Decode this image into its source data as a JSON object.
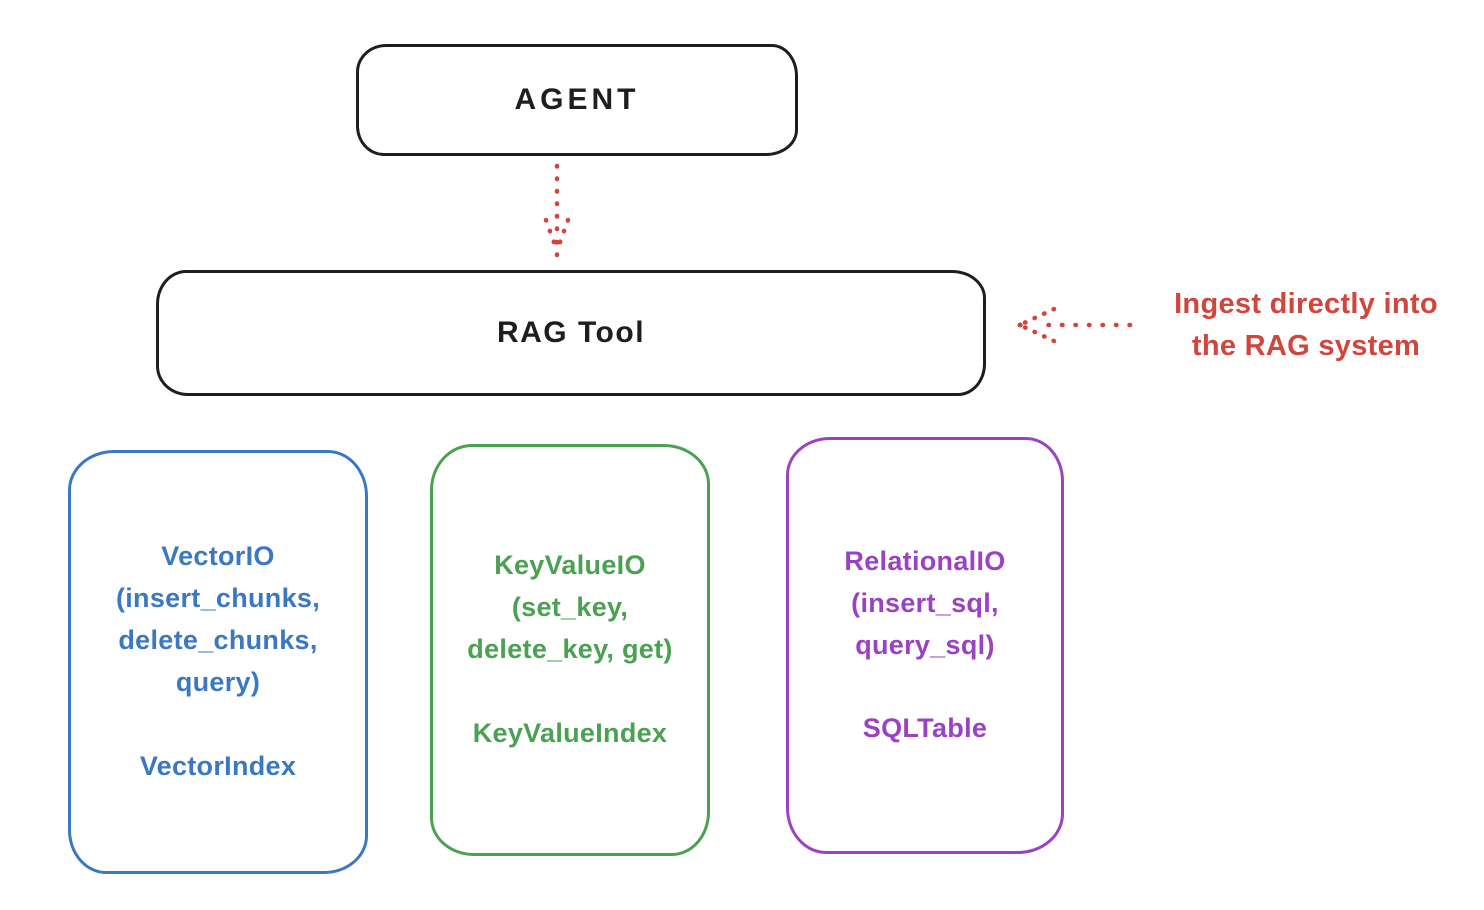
{
  "agent": {
    "label": "AGENT"
  },
  "rag_tool": {
    "label": "RAG Tool"
  },
  "annotation": {
    "line1": "Ingest directly into",
    "line2": "the RAG system",
    "color": "#d0453c"
  },
  "backends": [
    {
      "name": "vector-io",
      "color": "#3b78c2",
      "signature": "VectorIO\n(insert_chunks,\ndelete_chunks,\nquery)",
      "index_class": "VectorIndex"
    },
    {
      "name": "key-value-io",
      "color": "#4aa152",
      "signature": "KeyValueIO\n(set_key,\ndelete_key, get)",
      "index_class": "KeyValueIndex"
    },
    {
      "name": "relational-io",
      "color": "#9b42c3",
      "signature": "RelationalIO\n(insert_sql,\nquery_sql)",
      "index_class": "SQLTable"
    }
  ],
  "colors": {
    "ink": "#1e1e1e",
    "background": "#ffffff"
  }
}
